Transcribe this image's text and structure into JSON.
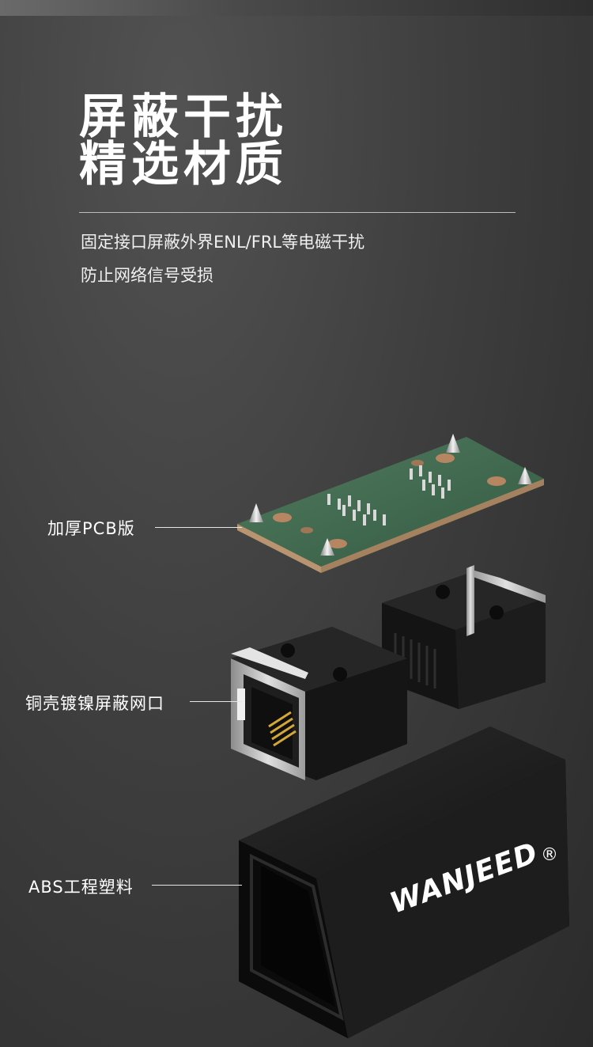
{
  "headline": {
    "line1": "屏蔽干扰",
    "line2": "精选材质"
  },
  "description": {
    "line1": "固定接口屏蔽外界ENL/FRL等电磁干扰",
    "line2": "防止网络信号受损"
  },
  "callouts": {
    "pcb": "加厚PCB版",
    "shield": "铜壳镀镍屏蔽网口",
    "shell": "ABS工程塑料"
  },
  "brand": {
    "logo": "WANJEED",
    "registered": "®"
  },
  "colors": {
    "pcb_green": "#3e6a4e",
    "pcb_edge": "#b89470",
    "housing": "#1b1b1b",
    "shield_metal": "#c9c9c9",
    "pins": "#d9d9d9",
    "contacts": "#d4a838"
  }
}
